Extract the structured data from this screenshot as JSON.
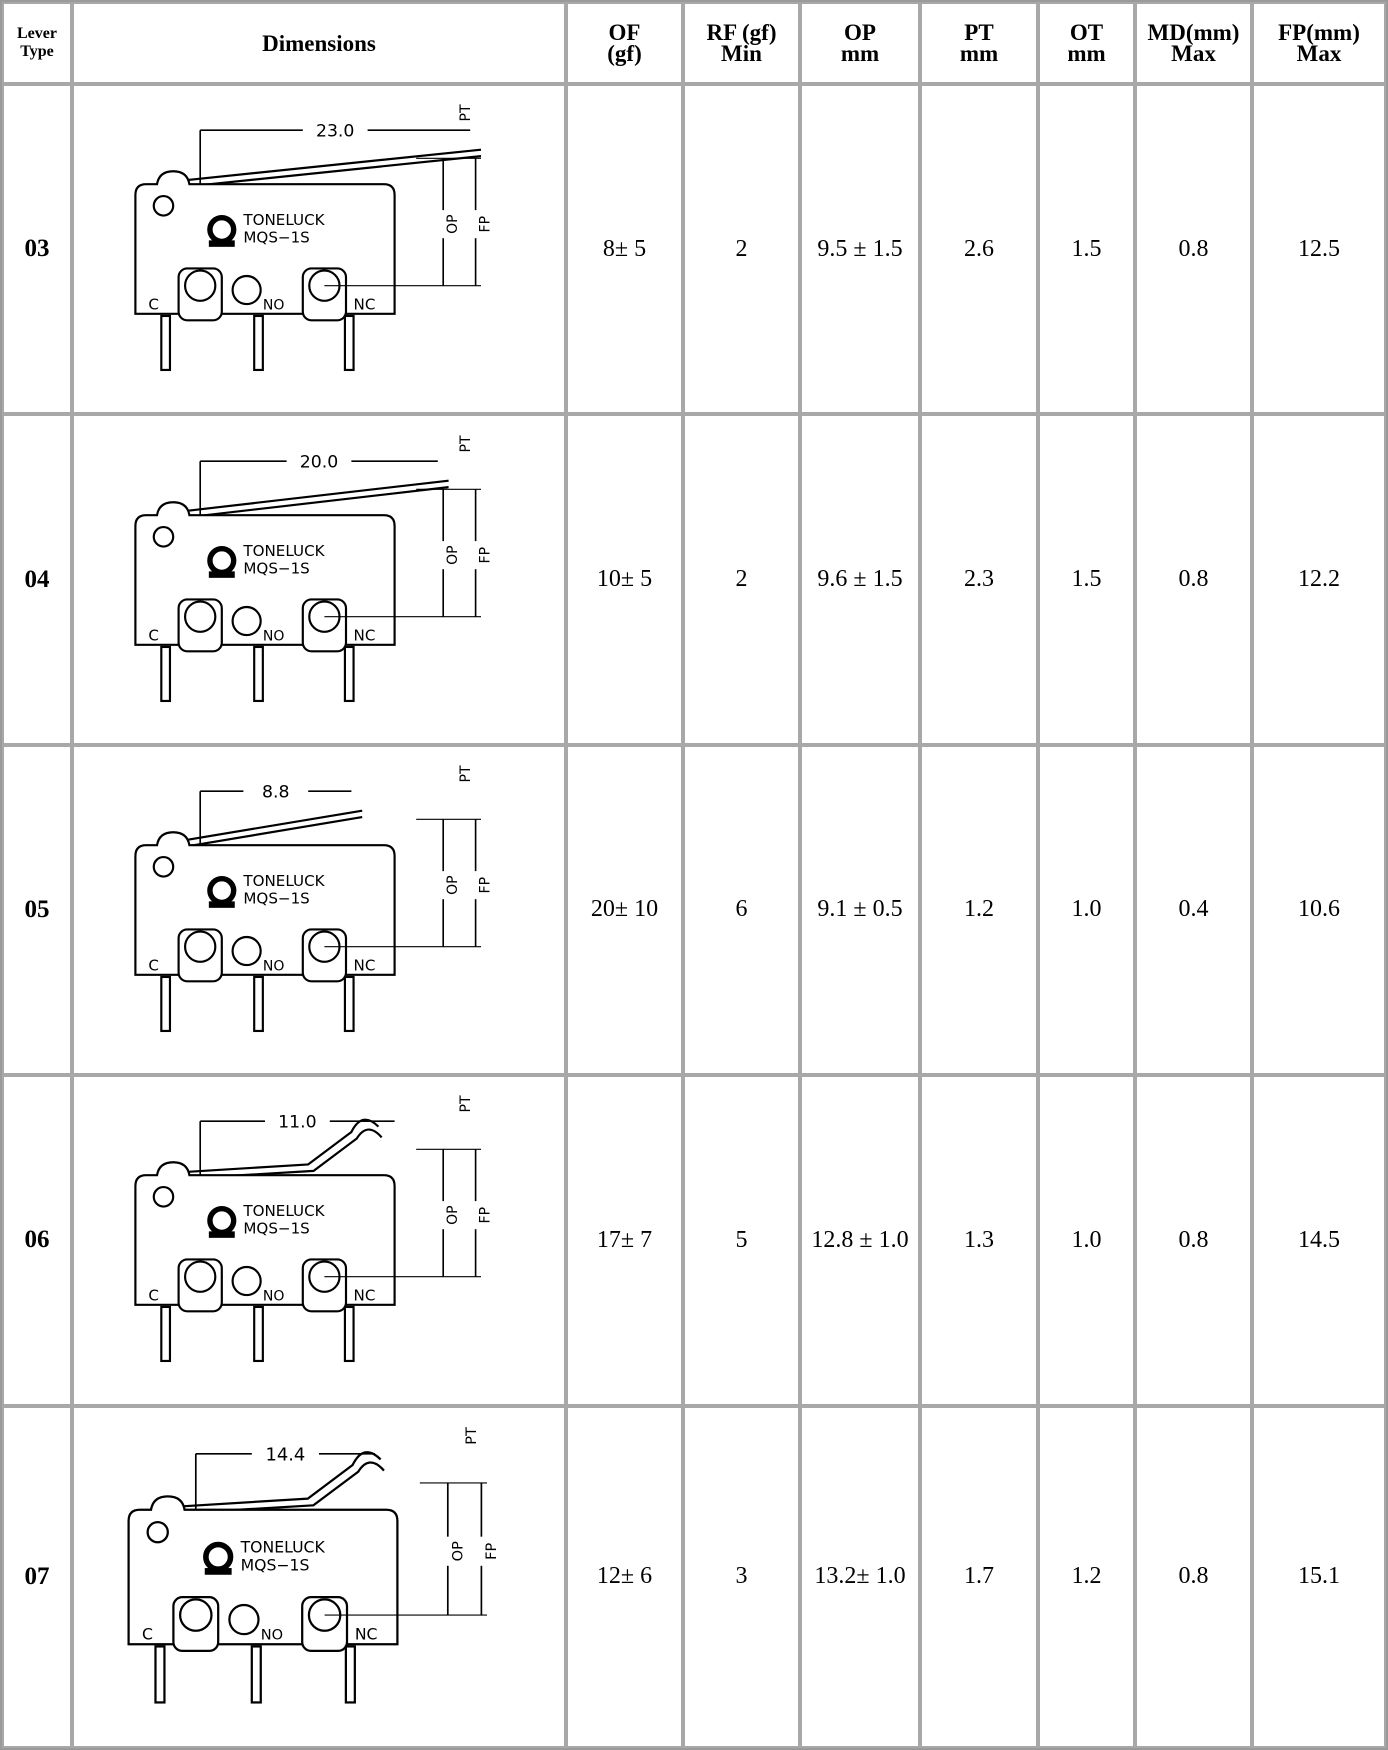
{
  "columns": {
    "lever_type": [
      "Lever",
      "Type"
    ],
    "dimensions": "Dimensions",
    "of": [
      "OF",
      "(gf)"
    ],
    "rf": [
      "RF (gf)",
      "Min"
    ],
    "op": [
      "OP",
      "mm"
    ],
    "pt": [
      "PT",
      "mm"
    ],
    "ot": [
      "OT",
      "mm"
    ],
    "md": [
      "MD(mm)",
      "Max"
    ],
    "fp": [
      "FP(mm)",
      "Max"
    ]
  },
  "drawing_text": {
    "brand": "TONELUCK",
    "model": "MQS−1S",
    "term_c": "C",
    "term_no": "NO",
    "term_nc": "NC",
    "pt": "PT",
    "op": "OP",
    "fp": "FP"
  },
  "rows": [
    {
      "lever": "03",
      "lever_length": "23.0",
      "of": "8± 5",
      "rf": "2",
      "op": "9.5 ± 1.5",
      "pt": "2.6",
      "ot": "1.5",
      "md": "0.8",
      "fp": "12.5"
    },
    {
      "lever": "04",
      "lever_length": "20.0",
      "of": "10± 5",
      "rf": "2",
      "op": "9.6 ± 1.5",
      "pt": "2.3",
      "ot": "1.5",
      "md": "0.8",
      "fp": "12.2"
    },
    {
      "lever": "05",
      "lever_length": "8.8",
      "of": "20± 10",
      "rf": "6",
      "op": "9.1 ± 0.5",
      "pt": "1.2",
      "ot": "1.0",
      "md": "0.4",
      "fp": "10.6"
    },
    {
      "lever": "06",
      "lever_length": "11.0",
      "of": "17± 7",
      "rf": "5",
      "op": "12.8 ± 1.0",
      "pt": "1.3",
      "ot": "1.0",
      "md": "0.8",
      "fp": "14.5"
    },
    {
      "lever": "07",
      "lever_length": "14.4",
      "of": "12± 6",
      "rf": "3",
      "op": "13.2± 1.0",
      "pt": "1.7",
      "ot": "1.2",
      "md": "0.8",
      "fp": "15.1"
    }
  ]
}
